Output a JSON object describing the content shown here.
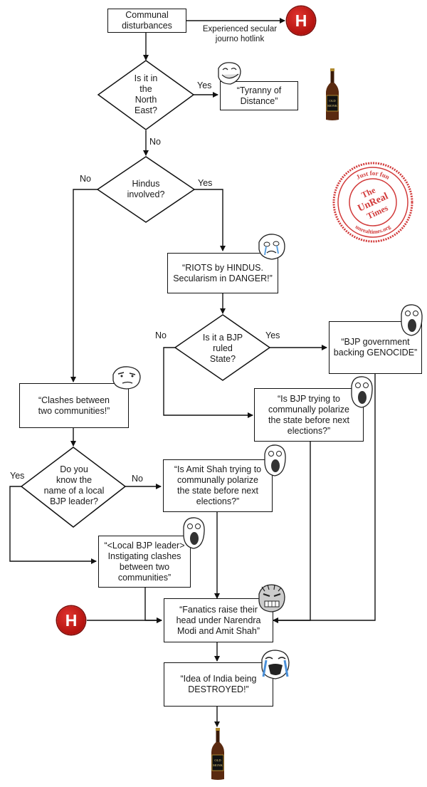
{
  "nodes": {
    "communal": "Communal\ndisturbances",
    "north_east": "Is it in\nthe\nNorth\nEast?",
    "tyranny": "“Tyranny of\nDistance”",
    "hindus": "Hindus\ninvolved?",
    "riots": "“RIOTS by HINDUS.\nSecularism in DANGER!”",
    "bjp_state": "Is it a BJP\nruled\nState?",
    "genocide": "“BJP government\nbacking GENOCIDE”",
    "clashes": "“Clashes between\ntwo communities!”",
    "polarize_bjp": "“Is BJP trying to\ncommunally polarize\nthe state before next\nelections?”",
    "know_leader": "Do you\nknow the\nname of a local\nBJP leader?",
    "amit_shah": "“Is Amit Shah trying to\ncommunally polarize\nthe state before next\nelections?”",
    "local_leader": "“<Local BJP leader>\nInstigating clashes\nbetween two\ncommunities”",
    "fanatics": "“Fanatics raise their\nhead under Narendra\nModi and Amit Shah”",
    "idea_india": "“Idea of India being\nDESTROYED!”"
  },
  "hotlink_note": "Experienced secular\njourno hotlink",
  "badge_letter": "H",
  "stamp": {
    "top": "Just for fun",
    "line1": "The",
    "line2": "UnReal",
    "line3": "Times",
    "bottom": "unrealtimes.org"
  },
  "bottle_label": "OLD\nMONK",
  "labels": {
    "ne_yes": "Yes",
    "ne_no": "No",
    "hindus_no": "No",
    "hindus_yes": "Yes",
    "bjp_no": "No",
    "bjp_yes": "Yes",
    "leader_yes": "Yes",
    "leader_no": "No"
  },
  "colors": {
    "line": "#111111",
    "badge": "#c4170f",
    "stamp": "#d23b3b",
    "bottle": "#5a2a10"
  }
}
